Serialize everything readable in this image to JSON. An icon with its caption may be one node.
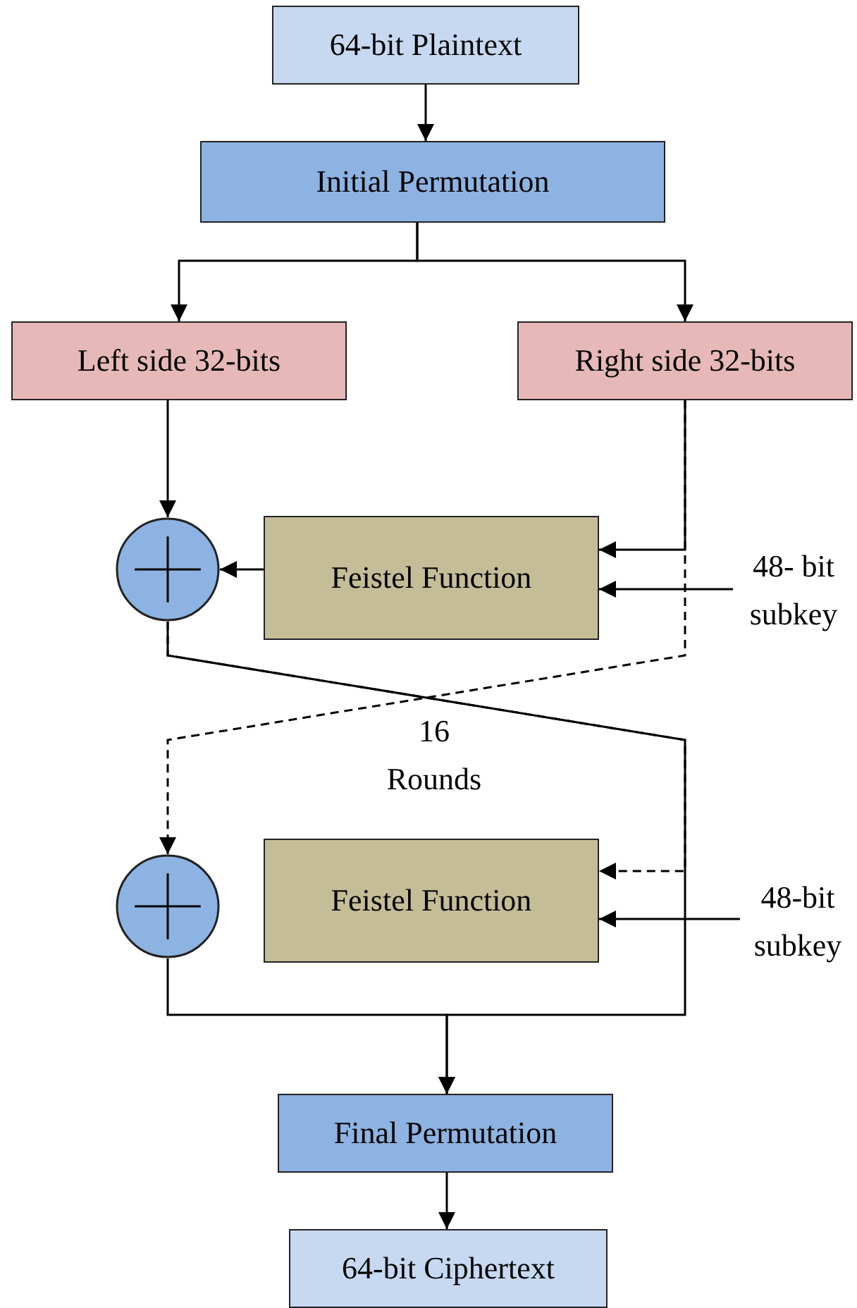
{
  "diagram": {
    "nodes": [
      {
        "text": [
          "64-bit Plaintext"
        ]
      },
      {
        "text": [
          "Initial Permutation"
        ]
      },
      {
        "text": [
          "Left side 32-bits"
        ]
      },
      {
        "text": [
          "Right side 32-bits"
        ]
      },
      {
        "text": [],
        "shape": "circle"
      },
      {
        "text": [
          "Feistel Function"
        ]
      },
      {
        "text": [
          "48- bit subkey"
        ]
      },
      {
        "text": [],
        "shape": "circle"
      },
      {
        "text": [
          "Feistel Function"
        ]
      },
      {
        "text": [
          "48-bit subkey"
        ]
      },
      {
        "text": [
          "Final Permutation"
        ]
      },
      {
        "text": [
          "64-bit Ciphertext"
        ]
      }
    ],
    "edges": [
      {
        "from": 0,
        "to": 1,
        "arrow": "to"
      },
      {
        "from": 1,
        "to": 2,
        "arrow": "to"
      },
      {
        "from": 1,
        "to": 3,
        "arrow": "to"
      },
      {
        "from": 2,
        "to": 4,
        "arrow": "to"
      },
      {
        "from": 3,
        "to": 5,
        "arrow": "to"
      },
      {
        "from": 6,
        "to": 5,
        "arrow": "to"
      },
      {
        "from": 5,
        "to": 4,
        "arrow": "to"
      },
      {
        "from": 3,
        "to": 7,
        "arrow": "to",
        "style": "dashed"
      },
      {
        "from": 4,
        "to": 8,
        "arrow": "to",
        "style": "dashed"
      },
      {
        "from": 9,
        "to": 8,
        "arrow": "to"
      },
      {
        "from": 7,
        "to": 10,
        "arrow": "to"
      },
      {
        "from": 4,
        "to": 10,
        "arrow": "to"
      },
      {
        "from": 10,
        "to": 11,
        "arrow": "to"
      }
    ],
    "labels": [
      "16 Rounds"
    ]
  }
}
